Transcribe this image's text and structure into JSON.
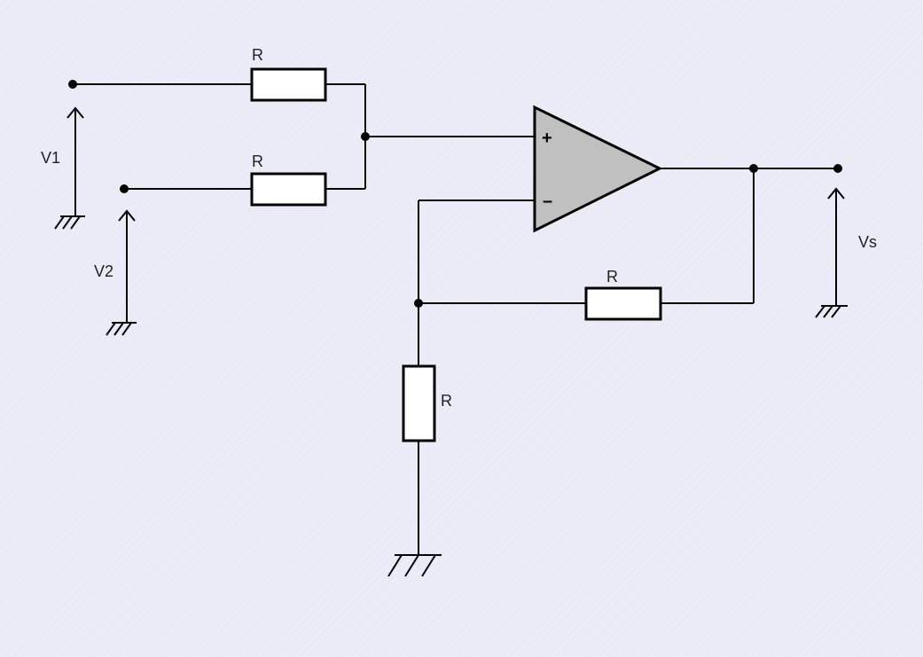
{
  "diagram": {
    "labels": {
      "r_in1": "R",
      "r_in2": "R",
      "r_feedback": "R",
      "r_ground": "R",
      "v1": "V1",
      "v2": "V2",
      "vs": "Vs",
      "plus": "+",
      "minus": "–"
    },
    "colors": {
      "background": "#ecebf8",
      "wire": "#000000",
      "opamp_fill": "#c0c0c0",
      "resistor_fill": "#ffffff"
    }
  }
}
